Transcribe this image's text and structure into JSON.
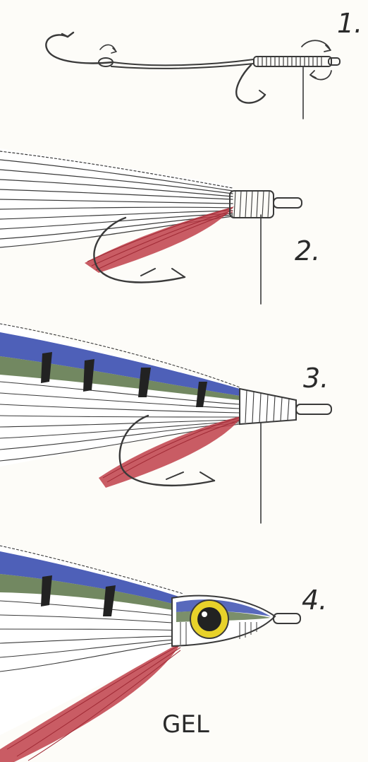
{
  "steps": [
    {
      "number": "1."
    },
    {
      "number": "2."
    },
    {
      "number": "3."
    },
    {
      "number": "4."
    }
  ],
  "final_label": "GEL",
  "colors": {
    "ink": "#3a3a3a",
    "wing_white": "#ffffff",
    "wing_blue": "#3b4fb0",
    "wing_green": "#4f6a3a",
    "bars_black": "#222222",
    "throat_red": "#c0404a",
    "eye_yellow": "#e8d22a",
    "paper": "#fdfcf8"
  },
  "icons": [
    "hook-icon",
    "thread-wraps",
    "wing-fibers",
    "eye-icon"
  ]
}
